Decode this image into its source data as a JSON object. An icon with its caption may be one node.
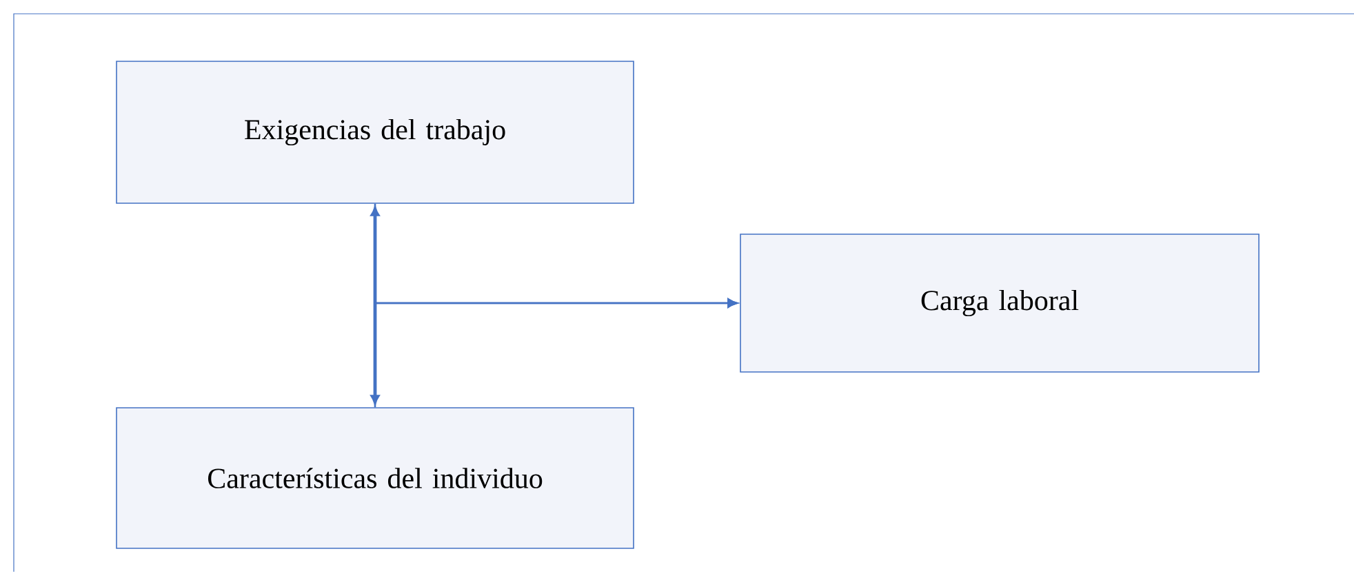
{
  "diagram": {
    "nodes": [
      {
        "text": [
          "Exigencias del trabajo"
        ]
      },
      {
        "text": [
          "Carga laboral"
        ]
      },
      {
        "text": [
          "Características del individuo"
        ]
      }
    ],
    "edges": [
      {
        "from": 0,
        "to": 2,
        "arrow": "both"
      },
      {
        "from": 0,
        "to": 1,
        "arrow": "to"
      },
      {
        "from": 2,
        "to": 1,
        "arrow": "to"
      }
    ]
  }
}
